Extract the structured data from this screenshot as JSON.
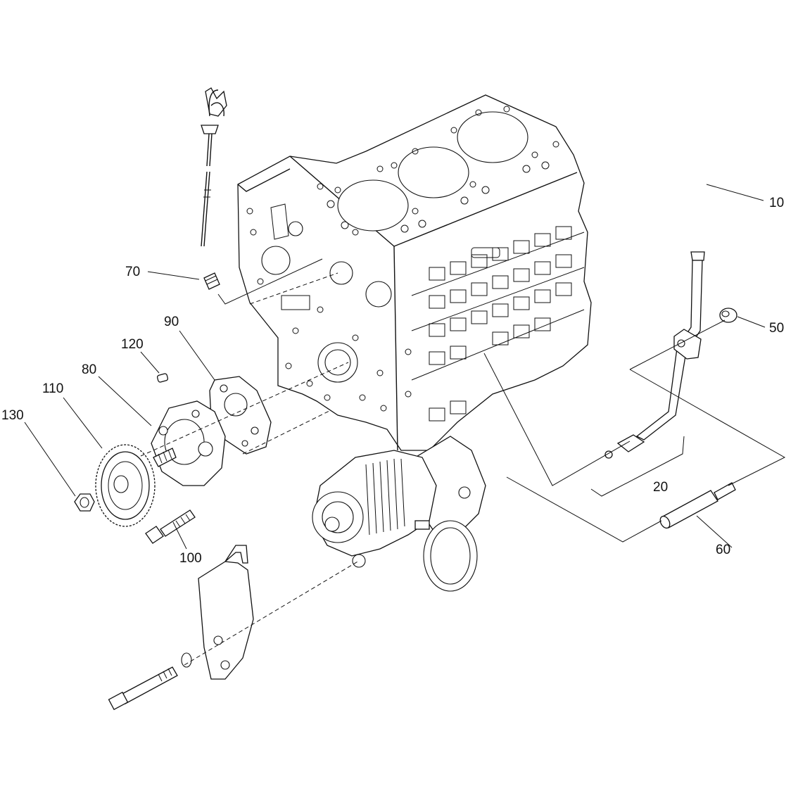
{
  "diagram": {
    "callouts": [
      {
        "id": "10",
        "text": "10"
      },
      {
        "id": "20",
        "text": "20"
      },
      {
        "id": "50",
        "text": "50"
      },
      {
        "id": "60",
        "text": "60"
      },
      {
        "id": "70",
        "text": "70"
      },
      {
        "id": "80",
        "text": "80"
      },
      {
        "id": "90",
        "text": "90"
      },
      {
        "id": "100",
        "text": "100"
      },
      {
        "id": "110",
        "text": "110"
      },
      {
        "id": "120",
        "text": "120"
      },
      {
        "id": "130",
        "text": "130"
      }
    ]
  }
}
